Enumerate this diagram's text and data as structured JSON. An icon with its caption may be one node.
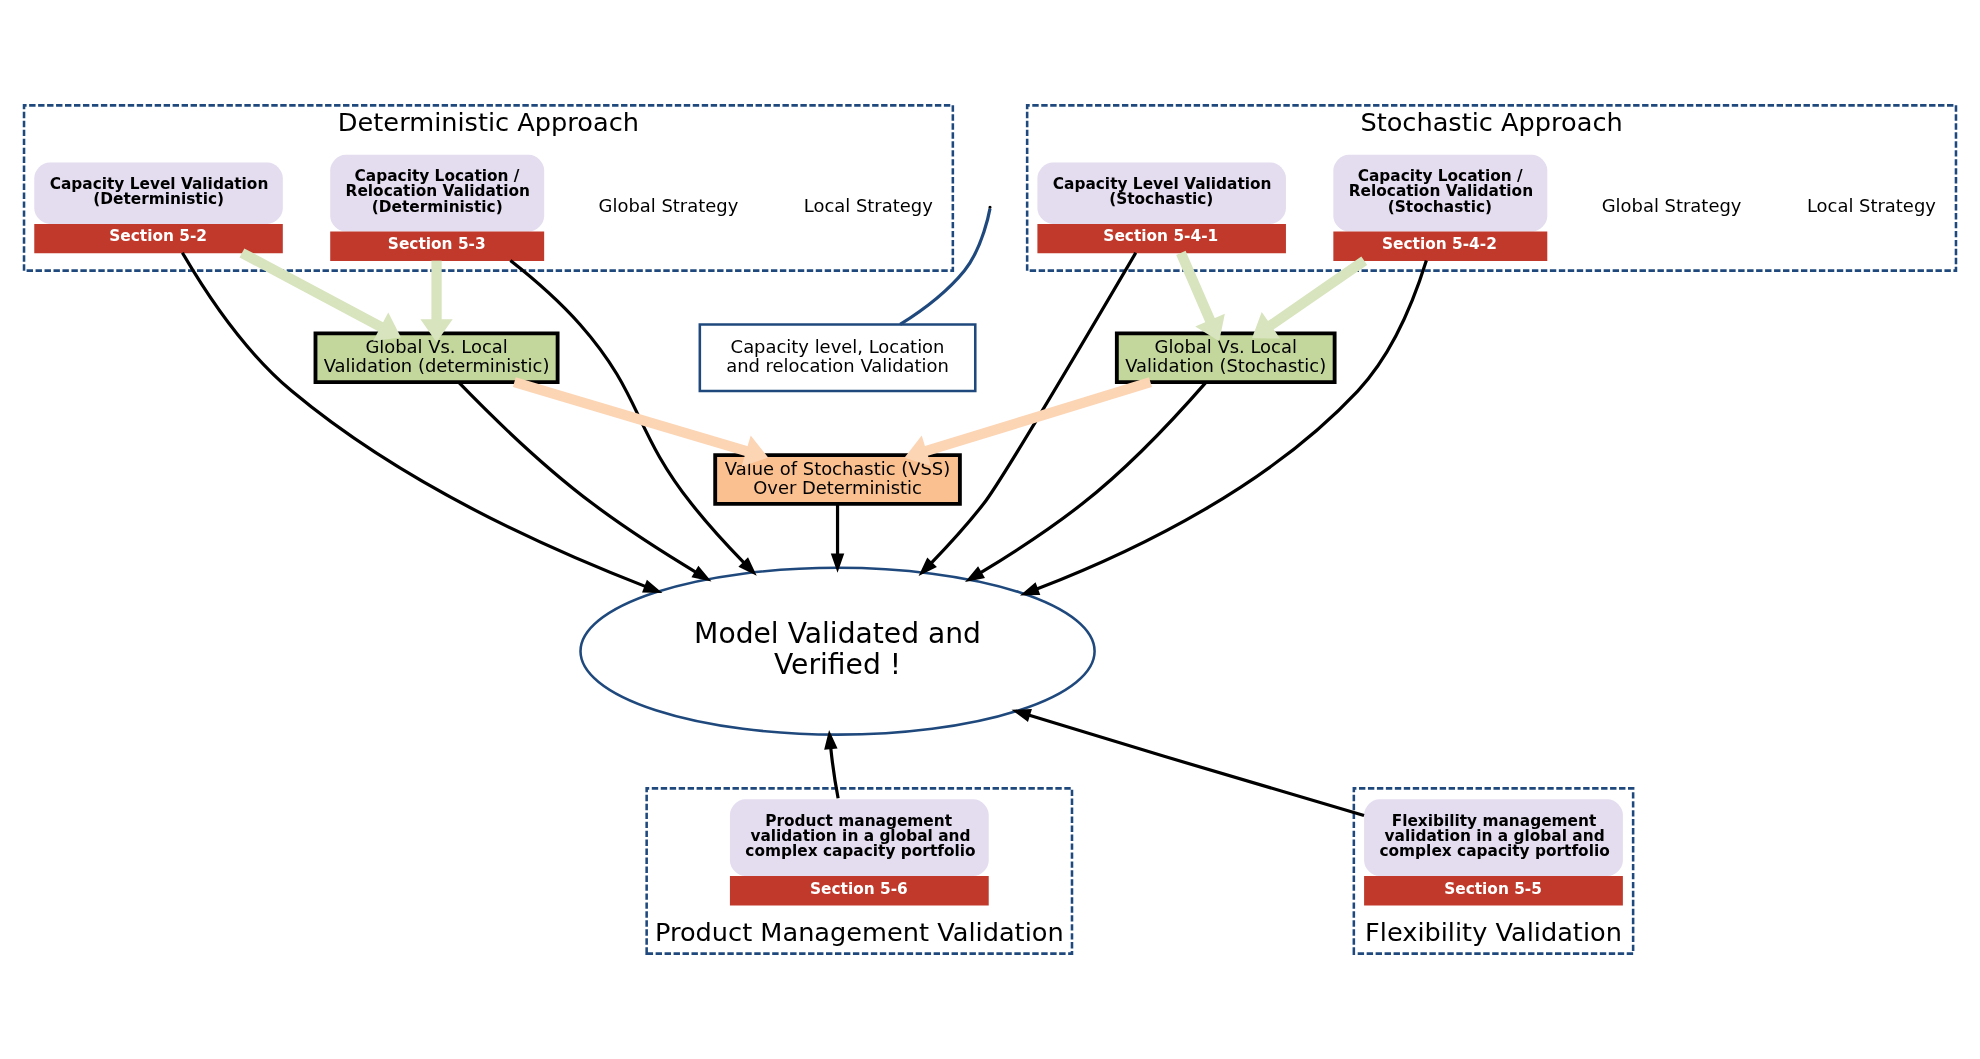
{
  "diagram": {
    "nodes": [
      {
        "text": [
          "Deterministic Approach"
        ]
      },
      {
        "text": [
          "Capacity Level Validation (Deterministic)",
          "Section 5-2"
        ],
        "in": 0
      },
      {
        "text": [
          "Capacity Location / Relocation Validation (Deterministic)",
          "Section 5-3"
        ],
        "in": 0
      },
      {
        "text": [
          "Stochastic Approach"
        ]
      },
      {
        "text": [
          "Capacity Level Validation (Stochastic)",
          "Section 5-4-1"
        ],
        "in": 3
      },
      {
        "text": [
          "Capacity Location / Relocation Validation (Stochastic)",
          "Section 5-4-2"
        ],
        "in": 3
      },
      {
        "text": [
          "Capacity level, Location and relocation Validation"
        ]
      },
      {
        "text": [
          "Value of Stochastic (VSS) Over Deterministic"
        ]
      },
      {
        "text": [
          "Global Vs. Local Validation (deterministic)"
        ]
      },
      {
        "text": [
          "Global Vs. Local Validation (Stochastic)"
        ]
      },
      {
        "text": [
          "Model Validated and Verified !"
        ]
      },
      {
        "text": [
          "Product Management Validation"
        ]
      },
      {
        "text": [
          "Product management validation in a global and complex capacity portfolio",
          "Section 5-6"
        ],
        "in": 11
      },
      {
        "text": [
          "Flexibility Validation"
        ]
      },
      {
        "text": [
          "Flexibility management validation in a global and complex capacity portfolio",
          "Section 5-5"
        ],
        "in": 13
      }
    ],
    "edges": [
      {
        "from": null,
        "to": 6,
        "arrow": "none",
        "color": "#1f497d"
      },
      {
        "from": 1,
        "to": 8,
        "arrow": "to",
        "style": "thick",
        "color": "#d7e4bd"
      },
      {
        "from": 2,
        "to": 8,
        "arrow": "to",
        "style": "thick",
        "color": "#d7e4bd"
      },
      {
        "from": 4,
        "to": 9,
        "arrow": "to",
        "style": "thick",
        "color": "#d7e4bd"
      },
      {
        "from": 5,
        "to": 9,
        "arrow": "to",
        "style": "thick",
        "color": "#d7e4bd"
      },
      {
        "from": 8,
        "to": 7,
        "arrow": "to",
        "style": "thick",
        "color": "#fcd5b5"
      },
      {
        "from": 9,
        "to": 7,
        "arrow": "to",
        "style": "thick",
        "color": "#fcd5b5"
      },
      {
        "from": 1,
        "to": 10,
        "arrow": "to"
      },
      {
        "from": 2,
        "to": 10,
        "arrow": "to"
      },
      {
        "from": 8,
        "to": 10,
        "arrow": "to"
      },
      {
        "from": 7,
        "to": 10,
        "arrow": "to"
      },
      {
        "from": 9,
        "to": 10,
        "arrow": "to"
      },
      {
        "from": 4,
        "to": 10,
        "arrow": "to"
      },
      {
        "from": 5,
        "to": 10,
        "arrow": "to"
      },
      {
        "from": 12,
        "to": 10,
        "arrow": "to"
      },
      {
        "from": 14,
        "to": 10,
        "arrow": "to"
      }
    ],
    "labels": [
      "Local Strategy",
      "Global Strategy",
      "Local Strategy",
      "Global Strategy"
    ]
  }
}
